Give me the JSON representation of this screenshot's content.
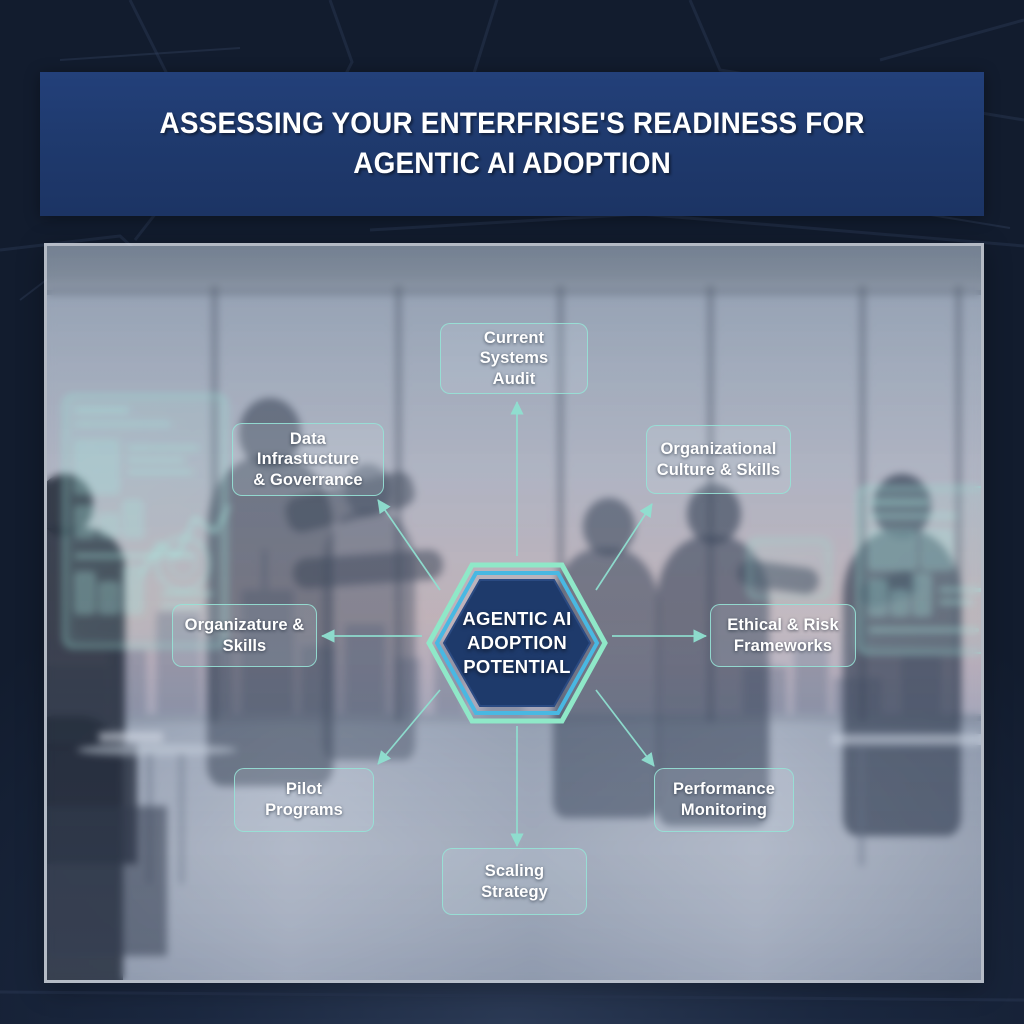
{
  "header": {
    "title_line1": "ASSESSING YOUR ENTERFRISE'S READINESS FOR",
    "title_line2": "AGENTIC AI ADOPTION",
    "banner_color": "#1f3a6e"
  },
  "diagram": {
    "center": {
      "label_line1": "AGENTIC AI",
      "label_line2": "ADOPTION",
      "label_line3": "POTENTIAL",
      "fill_color": "#1e3a6b",
      "outer_border_color": "#8fe8c8",
      "inner_border_color": "#49b8e2"
    },
    "accent_color": "#96e2d6",
    "node_text_color": "#ffffff",
    "nodes": [
      {
        "id": "current-systems-audit",
        "line1": "Current Systems",
        "line2": "Audit",
        "position": "top"
      },
      {
        "id": "data-infrastructure-governance",
        "line1": "Data",
        "line2": "Infrastucture",
        "line3": "& Goverrance",
        "position": "top-left"
      },
      {
        "id": "organizational-culture-skills",
        "line1": "Organizational",
        "line2": "Culture & Skills",
        "position": "top-right"
      },
      {
        "id": "organizature-skills",
        "line1": "Organizature &",
        "line2": "Skills",
        "position": "left"
      },
      {
        "id": "ethical-risk-frameworks",
        "line1": "Ethical & Risk",
        "line2": "Frameworks",
        "position": "right"
      },
      {
        "id": "pilot-programs",
        "line1": "Pilot",
        "line2": "Programs",
        "position": "bottom-left"
      },
      {
        "id": "performance-monitoring",
        "line1": "Performance",
        "line2": "Monitoring",
        "position": "bottom-right"
      },
      {
        "id": "scaling-strategy",
        "line1": "Scaling",
        "line2": "Strategy",
        "position": "bottom"
      }
    ]
  },
  "background": {
    "scene_description": "blurred modern office with floor-to-ceiling windows, city skyline at dusk, silhouetted professionals at holographic touchscreen dashboards",
    "frame_border_color": "#e2e7ee",
    "page_color": "#121b2c"
  }
}
